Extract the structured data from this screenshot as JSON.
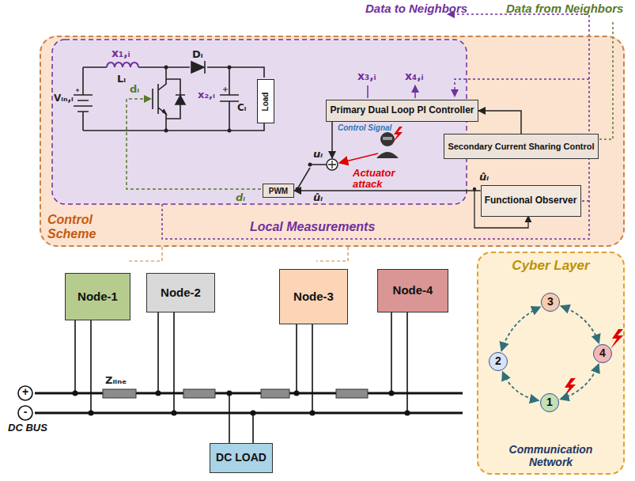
{
  "diagram": {
    "nodes": [
      {
        "text": [
          "Control Scheme"
        ]
      },
      {
        "text": [
          "Primary Dual Loop PI Controller"
        ],
        "in": 0
      },
      {
        "text": [
          "Secondary Current Sharing Control"
        ],
        "in": 0
      },
      {
        "text": [
          "Functional Observer"
        ],
        "in": 0
      },
      {
        "text": [
          "PWM"
        ],
        "in": 0
      },
      {
        "text": [
          "Load"
        ],
        "in": 0
      },
      {
        "text": [
          "Node-1"
        ]
      },
      {
        "text": [
          "Node-2"
        ]
      },
      {
        "text": [
          "Node-3"
        ]
      },
      {
        "text": [
          "Node-4"
        ]
      },
      {
        "text": [
          "DC LOAD"
        ]
      },
      {
        "text": [
          "Cyber Layer",
          "Communication Network"
        ]
      },
      {
        "text": [
          "3"
        ],
        "in": 11
      },
      {
        "text": [
          "2"
        ],
        "in": 11
      },
      {
        "text": [
          "4"
        ],
        "in": 11
      },
      {
        "text": [
          "1"
        ],
        "in": 11
      }
    ],
    "edges": [
      {
        "from": 2,
        "to": 1,
        "arrow": "to"
      },
      {
        "from": 3,
        "to": 4,
        "arrow": "to"
      },
      {
        "from": 13,
        "to": 12,
        "arrow": "both"
      },
      {
        "from": 12,
        "to": 14,
        "arrow": "both"
      },
      {
        "from": 14,
        "to": 15,
        "arrow": "both"
      },
      {
        "from": 15,
        "to": 13,
        "arrow": "both"
      }
    ],
    "labels": [
      "Data to Neighbors",
      "Data from Neighbors",
      "x₁,ᵢ",
      "Lᵢ",
      "Dᵢ",
      "Vᵢₙ,ᵢ",
      "dᵢ",
      "x₂,ᵢ",
      "Cᵢ",
      "x₃,ᵢ",
      "x₄,ᵢ",
      "Control Signal",
      "Actuator attack",
      "uᵢ",
      "ûᵢ",
      "dᵢ",
      "ûᵢ",
      "Local Measurements",
      "Zₗᵢₙₑ",
      "+",
      "-",
      "DC BUS"
    ]
  }
}
